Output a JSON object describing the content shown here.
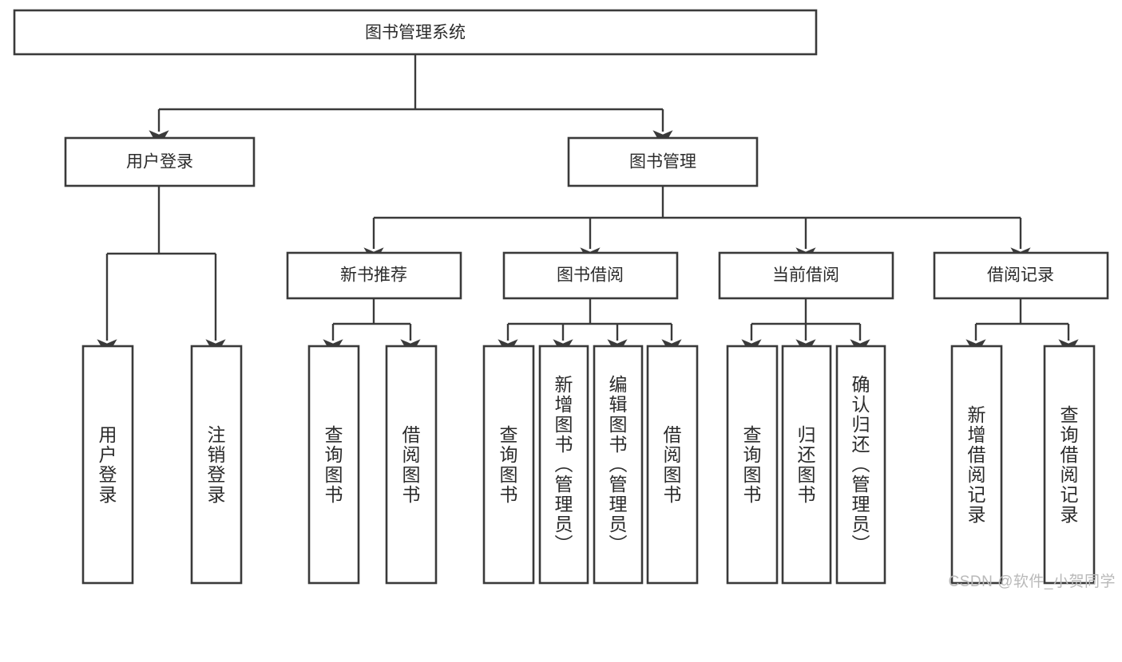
{
  "diagram": {
    "type": "tree-hierarchy",
    "title": "图书管理系统",
    "orientation": "top-down",
    "watermark": "CSDN @软件_小贺同学",
    "colors": {
      "box_fill": "#ffffff",
      "box_stroke": "#3a3a3a",
      "text": "#2b2b2b",
      "connector": "#3a3a3a",
      "watermark": "#b9b9b9",
      "background": "#ffffff"
    },
    "levels": [
      {
        "level": 1,
        "nodes": [
          {
            "id": "root",
            "label": "图书管理系统",
            "orientation": "horizontal"
          }
        ]
      },
      {
        "level": 2,
        "nodes": [
          {
            "id": "login",
            "label": "用户登录",
            "orientation": "horizontal",
            "parent": "root"
          },
          {
            "id": "bookmgmt",
            "label": "图书管理",
            "orientation": "horizontal",
            "parent": "root"
          }
        ]
      },
      {
        "level": 3,
        "nodes": [
          {
            "id": "newbook",
            "label": "新书推荐",
            "orientation": "horizontal",
            "parent": "bookmgmt"
          },
          {
            "id": "borrow",
            "label": "图书借阅",
            "orientation": "horizontal",
            "parent": "bookmgmt"
          },
          {
            "id": "current",
            "label": "当前借阅",
            "orientation": "horizontal",
            "parent": "bookmgmt"
          },
          {
            "id": "records",
            "label": "借阅记录",
            "orientation": "horizontal",
            "parent": "bookmgmt"
          }
        ]
      },
      {
        "level": 4,
        "nodes": [
          {
            "id": "leaf1",
            "label": "用户登录",
            "orientation": "vertical",
            "parent": "login"
          },
          {
            "id": "leaf2",
            "label": "注销登录",
            "orientation": "vertical",
            "parent": "login"
          },
          {
            "id": "leaf3",
            "label": "查询图书",
            "orientation": "vertical",
            "parent": "newbook"
          },
          {
            "id": "leaf4",
            "label": "借阅图书",
            "orientation": "vertical",
            "parent": "newbook"
          },
          {
            "id": "leaf5",
            "label": "查询图书",
            "orientation": "vertical",
            "parent": "borrow"
          },
          {
            "id": "leaf6",
            "label": "新增图书（管理员）",
            "orientation": "vertical",
            "parent": "borrow"
          },
          {
            "id": "leaf7",
            "label": "编辑图书（管理员）",
            "orientation": "vertical",
            "parent": "borrow"
          },
          {
            "id": "leaf8",
            "label": "借阅图书",
            "orientation": "vertical",
            "parent": "borrow"
          },
          {
            "id": "leaf9",
            "label": "查询图书",
            "orientation": "vertical",
            "parent": "current"
          },
          {
            "id": "leaf10",
            "label": "归还图书",
            "orientation": "vertical",
            "parent": "current"
          },
          {
            "id": "leaf11",
            "label": "确认归还（管理员）",
            "orientation": "vertical",
            "parent": "current"
          },
          {
            "id": "leaf12",
            "label": "新增借阅记录",
            "orientation": "vertical",
            "parent": "records"
          },
          {
            "id": "leaf13",
            "label": "查询借阅记录",
            "orientation": "vertical",
            "parent": "records"
          }
        ]
      }
    ]
  }
}
